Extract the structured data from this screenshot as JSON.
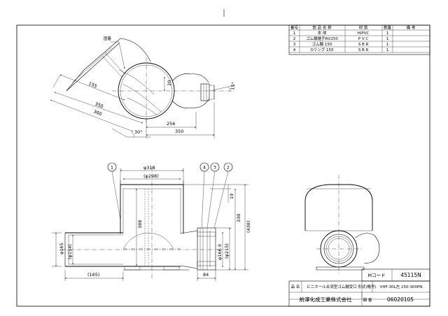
{
  "parts_table": {
    "headers": {
      "no": "番号",
      "name": "部 品 名 称",
      "material": "材 質",
      "qty": "数量",
      "remarks": "備 考"
    },
    "rows": [
      {
        "no": "1",
        "name": "本 体",
        "material": "HIPVC",
        "qty": "1",
        "remarks": ""
      },
      {
        "no": "2",
        "name": "ゴム輪継手RU150",
        "material": "P V C",
        "qty": "1",
        "remarks": ""
      },
      {
        "no": "3",
        "name": "ゴム輪 150",
        "material": "S B R",
        "qty": "1",
        "remarks": ""
      },
      {
        "no": "4",
        "name": "Oリング 150",
        "material": "S B R",
        "qty": "1",
        "remarks": ""
      }
    ]
  },
  "plan_view": {
    "note_label": "固着",
    "dims": {
      "d155": "155",
      "d350a": "350",
      "d360": "360",
      "d20": "20",
      "d15": "15°",
      "d256": "256",
      "d350b": "350",
      "d30": "30°"
    }
  },
  "front_view": {
    "balloons": [
      "1",
      "4",
      "3",
      "2"
    ],
    "dims": {
      "phi318": "φ318",
      "phi298": "(φ298)",
      "h388": "388",
      "h330": "330",
      "h438": "(438)",
      "h19": "19",
      "phi165": "φ165",
      "phi154": "(φ154)",
      "phi1669": "φ166.9",
      "phi215": "(φ215)",
      "w165": "(165)",
      "w84": "84"
    }
  },
  "title_block": {
    "code_label": "Mコード",
    "code_value": "45115N",
    "name_label": "品 名",
    "name_value": "ビニホール合流型ゴム輪受口",
    "model_label": "形式(略号)",
    "model_value": "VHF-30L左 150-300PN",
    "company": "前澤化成工業株式会社",
    "drawing_no_label": "図 番",
    "drawing_no": "06020105"
  }
}
